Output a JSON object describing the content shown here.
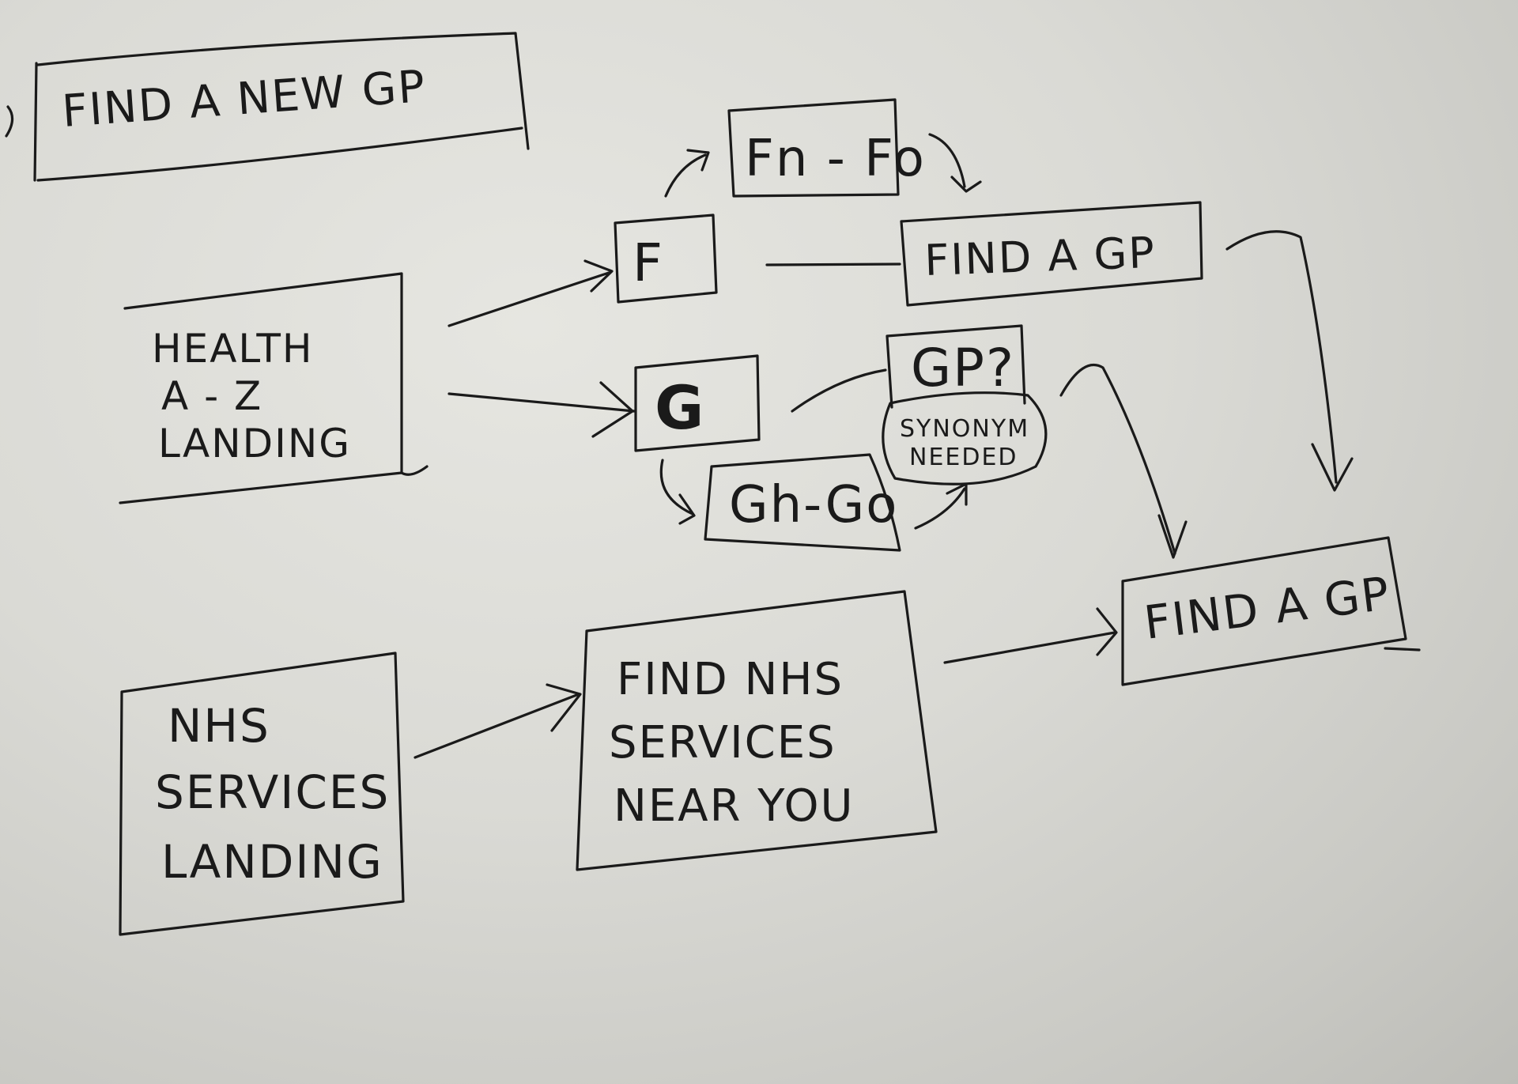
{
  "nodes": {
    "find_new_gp": "FIND A NEW GP",
    "fn_fo": "Fn - Fo",
    "f_letter": "F",
    "find_a_gp_top": "FIND A GP",
    "health_az": [
      "HEALTH",
      "A - Z",
      "LANDING"
    ],
    "g_letter": "G",
    "gp_question": "GP?",
    "synonym_needed": [
      "SYNONYM",
      "NEEDED"
    ],
    "gh_go": "Gh-Go",
    "find_a_gp_right": "FIND A GP",
    "find_nhs_services": [
      "FIND NHS",
      "SERVICES",
      "NEAR YOU"
    ],
    "nhs_services_landing": [
      "NHS",
      "SERVICES",
      "LANDING"
    ]
  },
  "colors": {
    "ink": "#1a1a1a",
    "paper": "#dadad5"
  }
}
